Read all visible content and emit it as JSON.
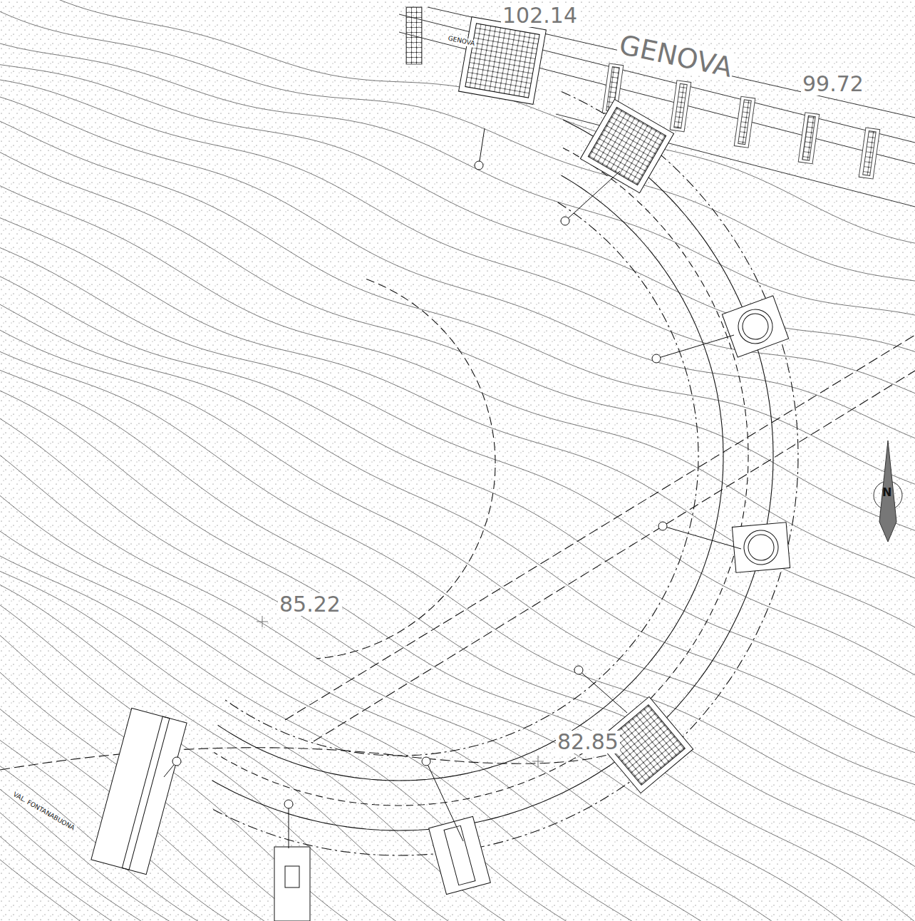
{
  "diagram": {
    "labels": [
      "102.14",
      "GENOVA",
      "99.72",
      "GENOVA",
      "85.22",
      "82.85",
      "VAL. FONTANABUONA",
      "N"
    ]
  }
}
